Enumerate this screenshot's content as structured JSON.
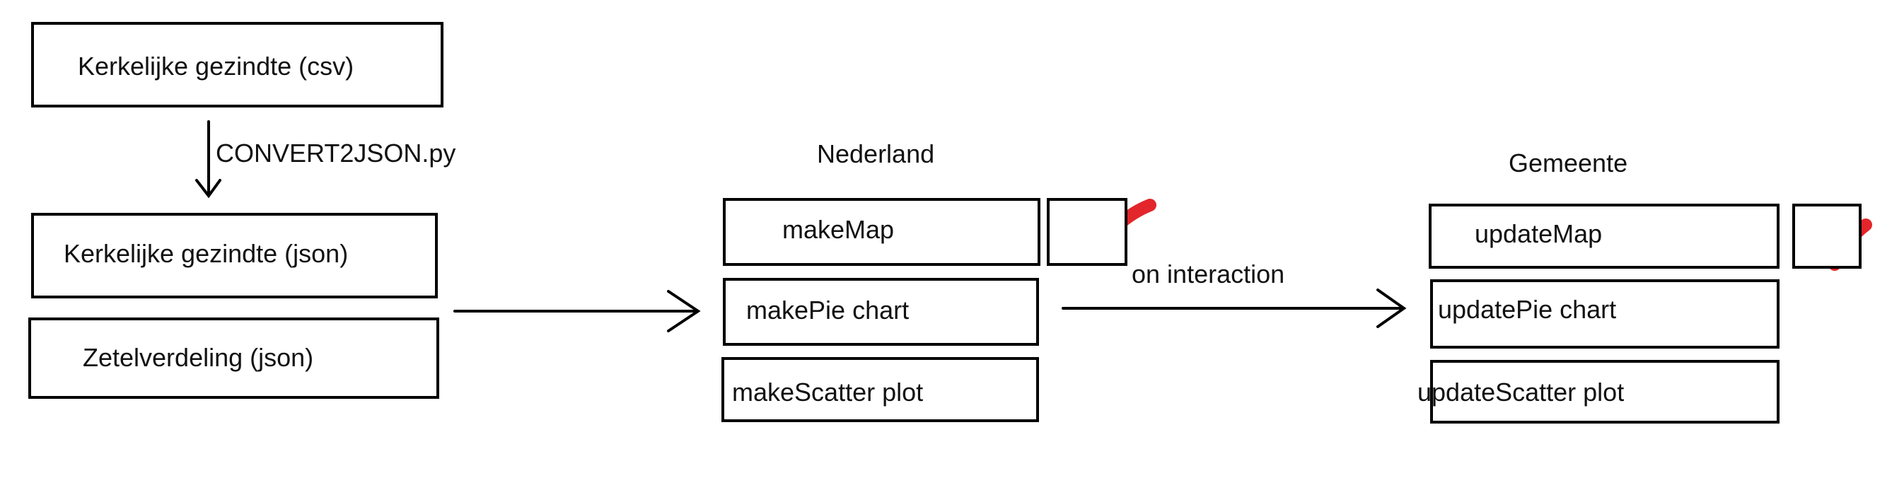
{
  "inputs": {
    "csv_label": "Kerkelijke gezindte (csv)",
    "script_label": "CONVERT2JSON.py",
    "json_label": "Kerkelijke gezindte (json)",
    "seats_label": "Zetelverdeling (json)"
  },
  "nederland": {
    "title": "Nederland",
    "items": [
      "makeMap",
      "makePie chart",
      "makeScatter plot"
    ],
    "done": [
      true,
      false,
      false
    ]
  },
  "interaction_label": "on interaction",
  "gemeente": {
    "title": "Gemeente",
    "items": [
      "updateMap",
      "updatePie chart",
      "updateScatter plot"
    ],
    "done": [
      true,
      false,
      false
    ]
  },
  "colors": {
    "check": "#e3262b",
    "stroke": "#000000"
  }
}
